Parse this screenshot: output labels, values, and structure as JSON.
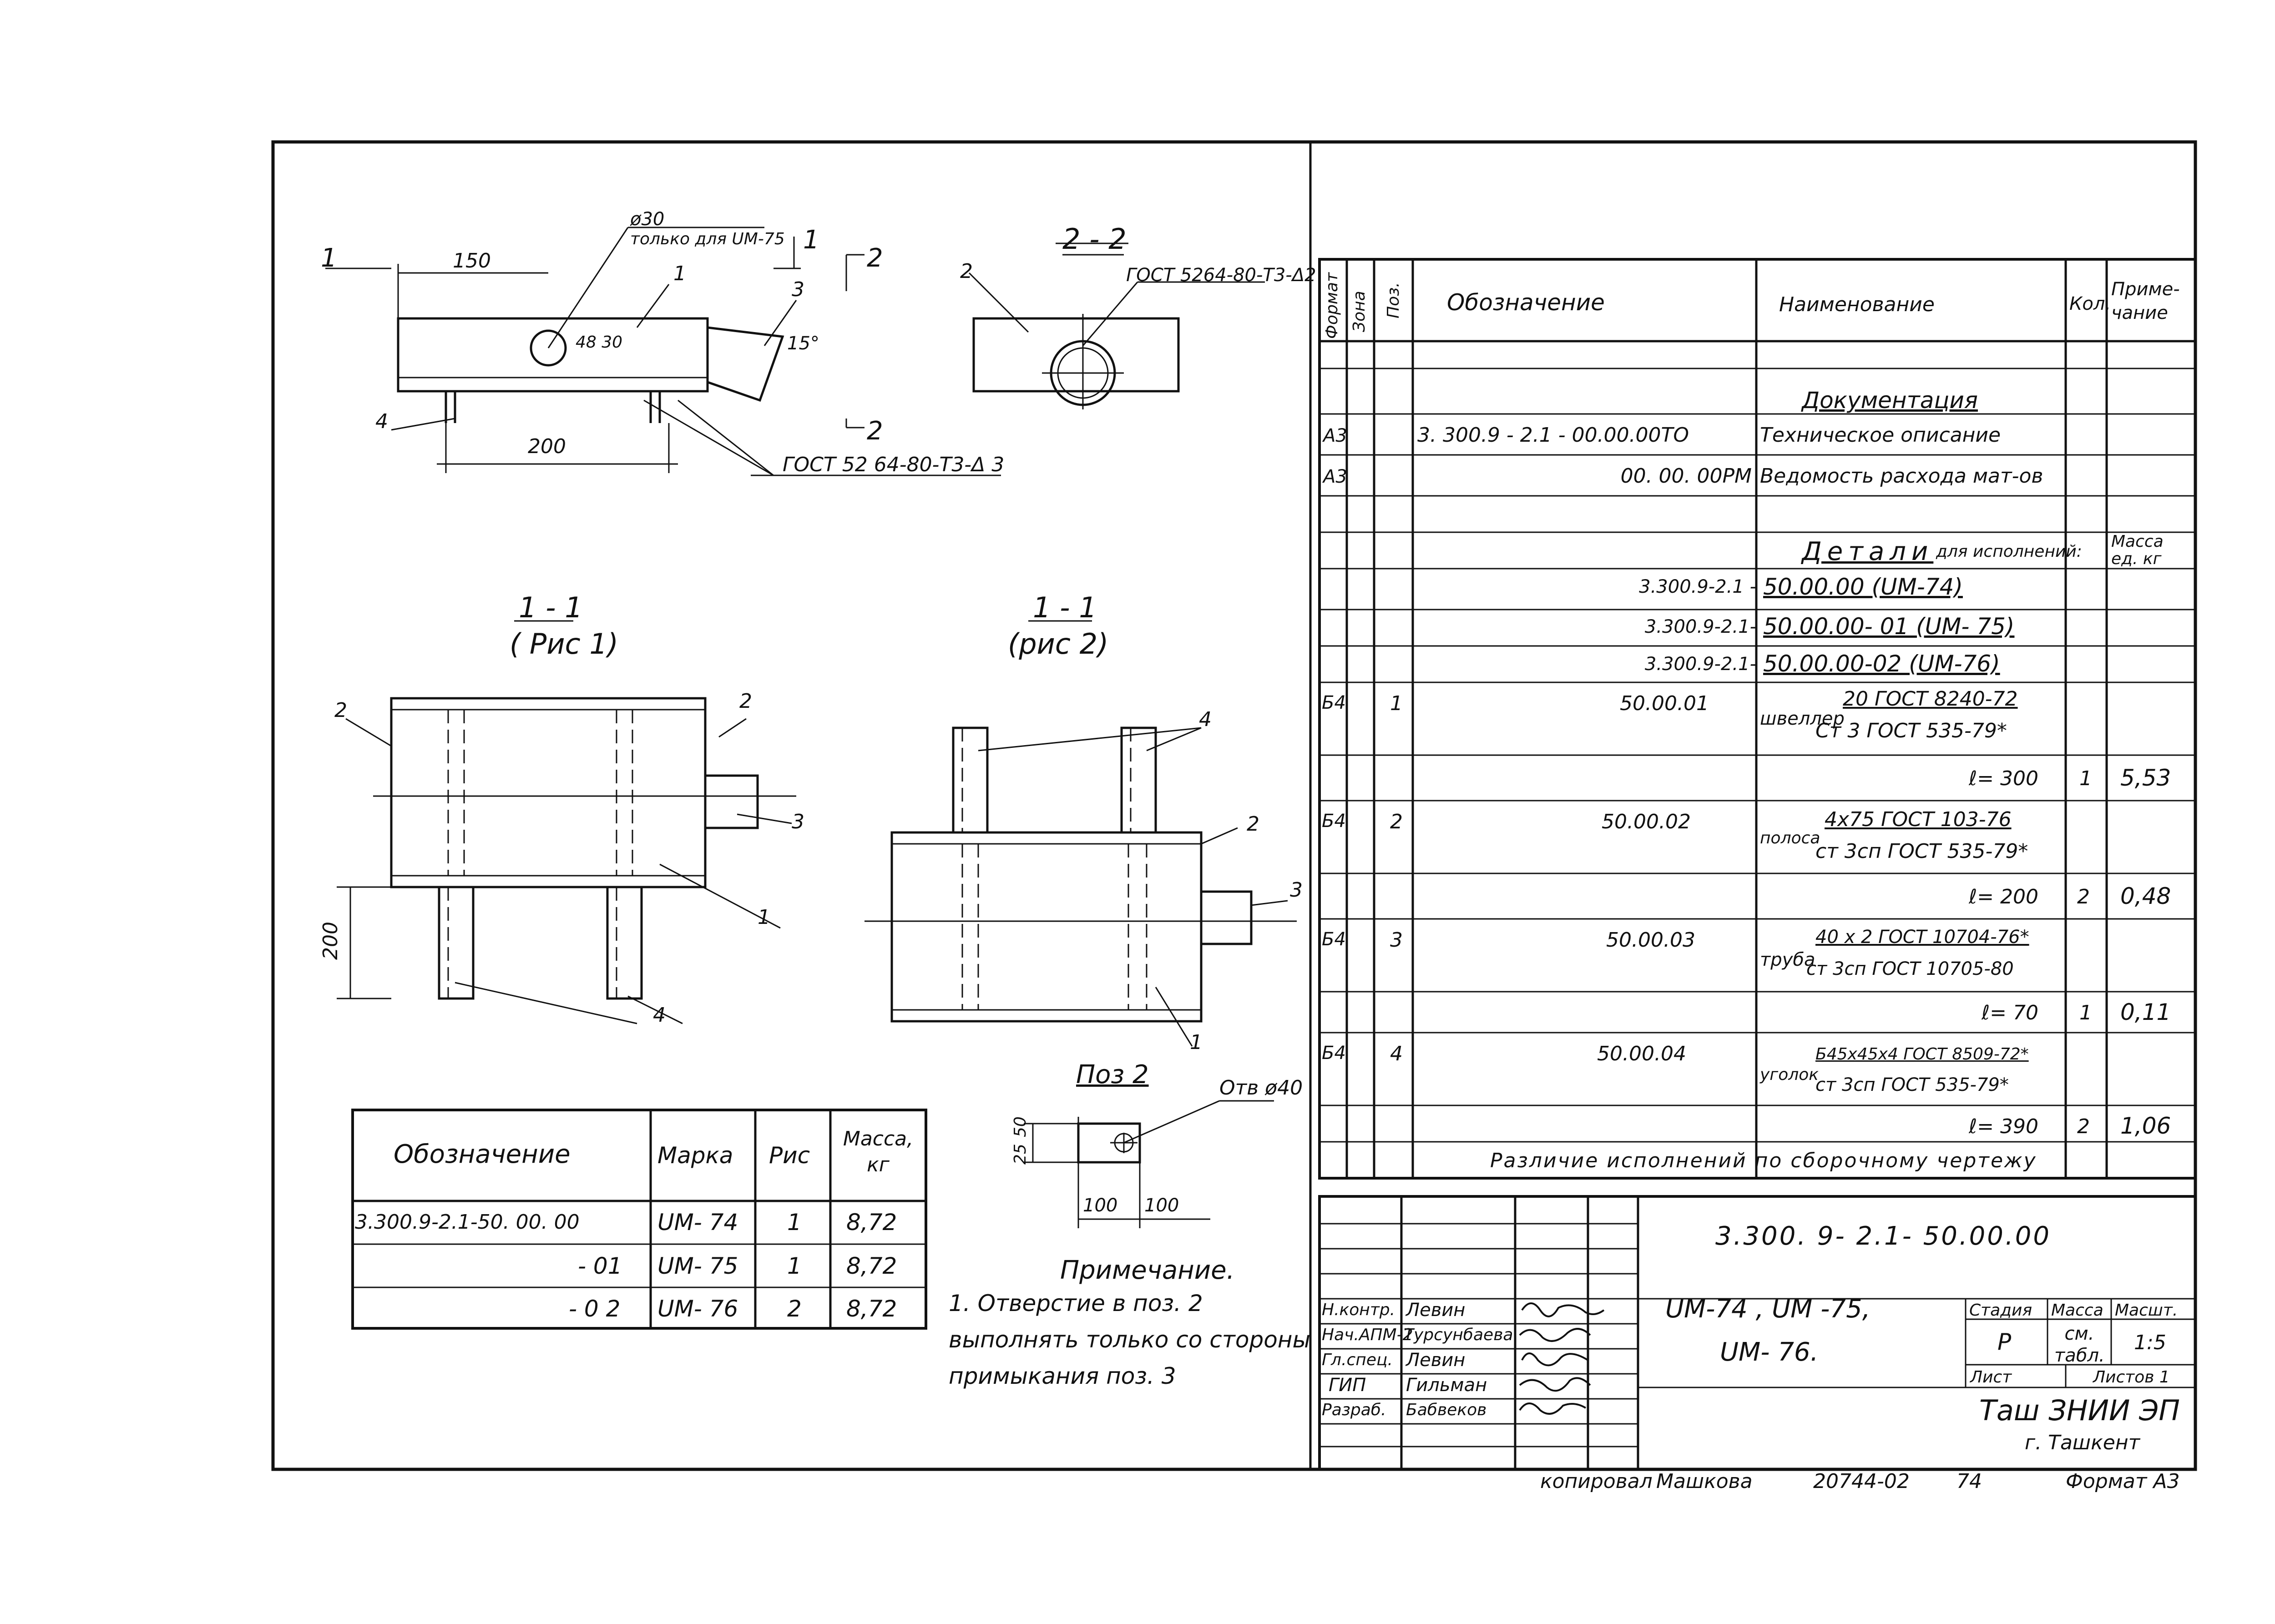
{
  "drawing": {
    "top_view": {
      "hole_label": "ø30",
      "hole_note": "только для UМ-75",
      "dim_150": "150",
      "dim_200": "200",
      "dim_48_30": "48 30",
      "angle": "15°",
      "gost_weld_top": "ГОСТ 5264-80-Т3-Δ2",
      "gost_weld_bottom": "ГОСТ 52 64-80-Т3-Δ 3",
      "sec1": "1",
      "sec2": "2",
      "pos1": "1",
      "pos3": "3",
      "pos4": "4"
    },
    "section_2_2": {
      "title": "2 - 2",
      "pos2": "2"
    },
    "section_fig1": {
      "title": "1 - 1",
      "subtitle": "( Рис 1)",
      "dim_200": "200",
      "p1": "1",
      "p2a": "2",
      "p2b": "2",
      "p3": "3",
      "p4": "4"
    },
    "section_fig2": {
      "title": "1 - 1",
      "subtitle": "(рис 2)",
      "p1": "1",
      "p2": "2",
      "p3": "3",
      "p4": "4"
    },
    "pos2_detail": {
      "title": "Поз 2",
      "hole": "Отв ø40",
      "dim_25": "25",
      "dim_50": "50",
      "dim_100a": "100",
      "dim_100b": "100"
    }
  },
  "variants_table": {
    "headers": [
      "Обозначение",
      "Марка",
      "Рис",
      "Масса, кг"
    ],
    "rows": [
      [
        "3.300.9-2.1-50. 00. 00",
        "UМ- 74",
        "1",
        "8,72"
      ],
      [
        "- 01",
        "UМ- 75",
        "1",
        "8,72"
      ],
      [
        "- 0 2",
        "UМ- 76",
        "2",
        "8,72"
      ]
    ]
  },
  "note": {
    "title": "Примечание.",
    "lines": [
      "1. Отверстие в поз. 2",
      "выполнять только со стороны",
      "примыкания поз. 3"
    ]
  },
  "spec_table": {
    "headers": {
      "format": "Формат",
      "zone": "Зона",
      "pos": "Поз.",
      "designation": "Обозначение",
      "name": "Наименование",
      "qty": "Кол.",
      "note": "Приме- чание"
    },
    "doc_section": "Документация",
    "doc_rows": [
      {
        "format": "А3",
        "designation": "3. 300.9 - 2.1 - 00.00.00ТО",
        "name": "Техническое описание"
      },
      {
        "format": "А3",
        "designation": "00. 00. 00РМ",
        "name": "Ведомость расхода мат-ов"
      }
    ],
    "details_section": "Детали",
    "details_suffix": "для исполнений:",
    "mass_label": "Масса ед. кг",
    "exec_rows": [
      {
        "prefix": "3.300.9-2.1 -",
        "code": "50.00.00 (UМ-74)"
      },
      {
        "prefix": "3.300.9-2.1-",
        "code": "50.00.00- 01 (UМ- 75)"
      },
      {
        "prefix": "3.300.9-2.1-",
        "code": "50.00.00-02 (UМ-76)"
      }
    ],
    "parts": [
      {
        "format": "Б4",
        "pos": "1",
        "designation": "50.00.01",
        "type": "швеллер",
        "top": "20 ГОСТ 8240-72",
        "bottom": "Ст 3 ГОСТ 535-79*",
        "length": "ℓ= 300",
        "qty": "1",
        "mass": "5,53"
      },
      {
        "format": "Б4",
        "pos": "2",
        "designation": "50.00.02",
        "type": "полоса",
        "top": "4х75 ГОСТ 103-76",
        "bottom": "ст 3сп ГОСТ 535-79*",
        "length": "ℓ= 200",
        "qty": "2",
        "mass": "0,48"
      },
      {
        "format": "Б4",
        "pos": "3",
        "designation": "50.00.03",
        "type": "труба",
        "top": "40 х 2 ГОСТ 10704-76*",
        "bottom": "ст 3сп ГОСТ 10705-80",
        "length": "ℓ= 70",
        "qty": "1",
        "mass": "0,11"
      },
      {
        "format": "Б4",
        "pos": "4",
        "designation": "50.00.04",
        "type": "уголок",
        "top": "Б45х45х4 ГОСТ 8509-72*",
        "bottom": "ст 3сп ГОСТ 535-79*",
        "length": "ℓ= 390",
        "qty": "2",
        "mass": "1,06"
      }
    ],
    "footer": "Различие исполнений по сборочному чертежу"
  },
  "title_block": {
    "code": "3.300. 9- 2.1- 50.00.00",
    "product": [
      "UМ-74 , UМ -75,",
      "UМ- 76."
    ],
    "stage_label": "Стадия",
    "mass_label": "Масса",
    "scale_label": "Масшт.",
    "stage": "Р",
    "mass_value": "см. табл.",
    "scale": "1:5",
    "sheet_label": "Лист",
    "sheets_label": "Листов 1",
    "org": "Таш ЗНИИ ЭП",
    "city": "г. Ташкент",
    "staff": [
      {
        "role": "Н.контр.",
        "name": "Левин"
      },
      {
        "role": "Нач.АПМ-2",
        "name": "Турсунбаева"
      },
      {
        "role": "Гл.спец.",
        "name": "Левин"
      },
      {
        "role": "ГИП",
        "name": "Гильман"
      },
      {
        "role": "Разраб.",
        "name": "Бабвеков"
      }
    ]
  },
  "bottom_line": {
    "copied": "копировал",
    "copier": "Машкова",
    "number": "20744-02",
    "sheet": "74",
    "format": "Формат А3"
  }
}
